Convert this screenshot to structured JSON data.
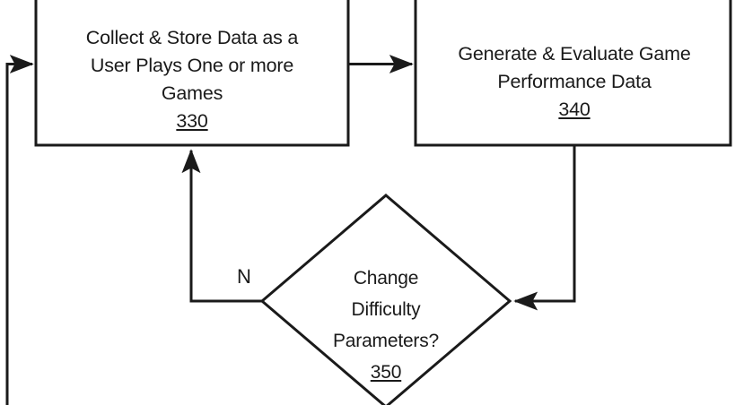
{
  "figure": {
    "kind": "patent-flowchart",
    "background_color": "#ffffff",
    "stroke_color": "#1a1a1a"
  },
  "nodes": {
    "box_330": {
      "shape": "rectangle",
      "label": "Collect & Store Data as a\nUser Plays One or more\nGames",
      "ref": "330"
    },
    "box_340": {
      "shape": "rectangle",
      "label": "Generate & Evaluate Game\nPerformance Data",
      "ref": "340"
    },
    "diamond_350": {
      "shape": "diamond",
      "label": "Change\nDifficulty\nParameters?",
      "ref": "350"
    }
  },
  "edges": {
    "inbound_to_330": {
      "from": "off-page-left",
      "to": "box_330",
      "label": ""
    },
    "box330_to_box340": {
      "from": "box_330",
      "to": "box_340",
      "label": ""
    },
    "box340_to_diamond350": {
      "from": "box_340",
      "to": "diamond_350",
      "label": ""
    },
    "diamond350_no_to_box330": {
      "from": "diamond_350",
      "to": "box_330",
      "label": "N"
    },
    "diamond350_down": {
      "from": "diamond_350",
      "to": "off-page-bottom",
      "label": ""
    }
  }
}
